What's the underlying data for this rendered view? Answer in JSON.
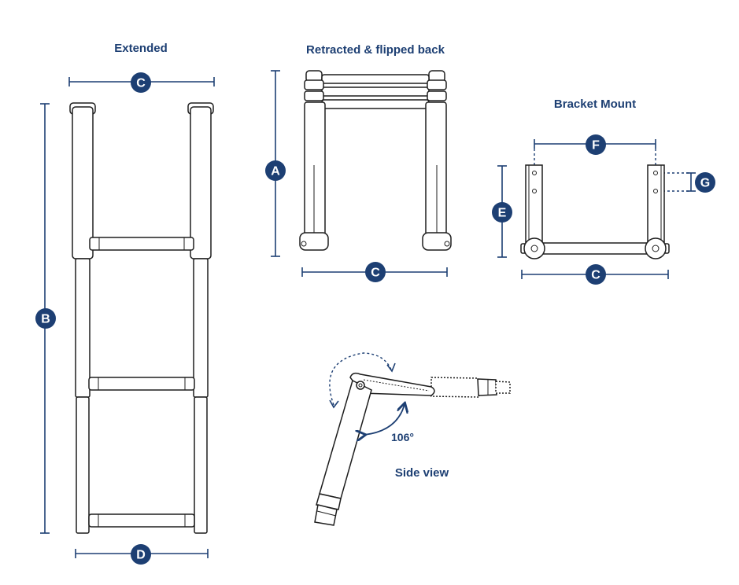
{
  "titles": {
    "extended": "Extended",
    "retracted": "Retracted & flipped back",
    "bracket": "Bracket Mount",
    "side": "Side view"
  },
  "angle_label": "106°",
  "dimension_labels": {
    "A": "A",
    "B": "B",
    "C": "C",
    "D": "D",
    "E": "E",
    "F": "F",
    "G": "G"
  },
  "colors": {
    "accent": "#1d3f73",
    "outline": "#1e1e1e"
  }
}
